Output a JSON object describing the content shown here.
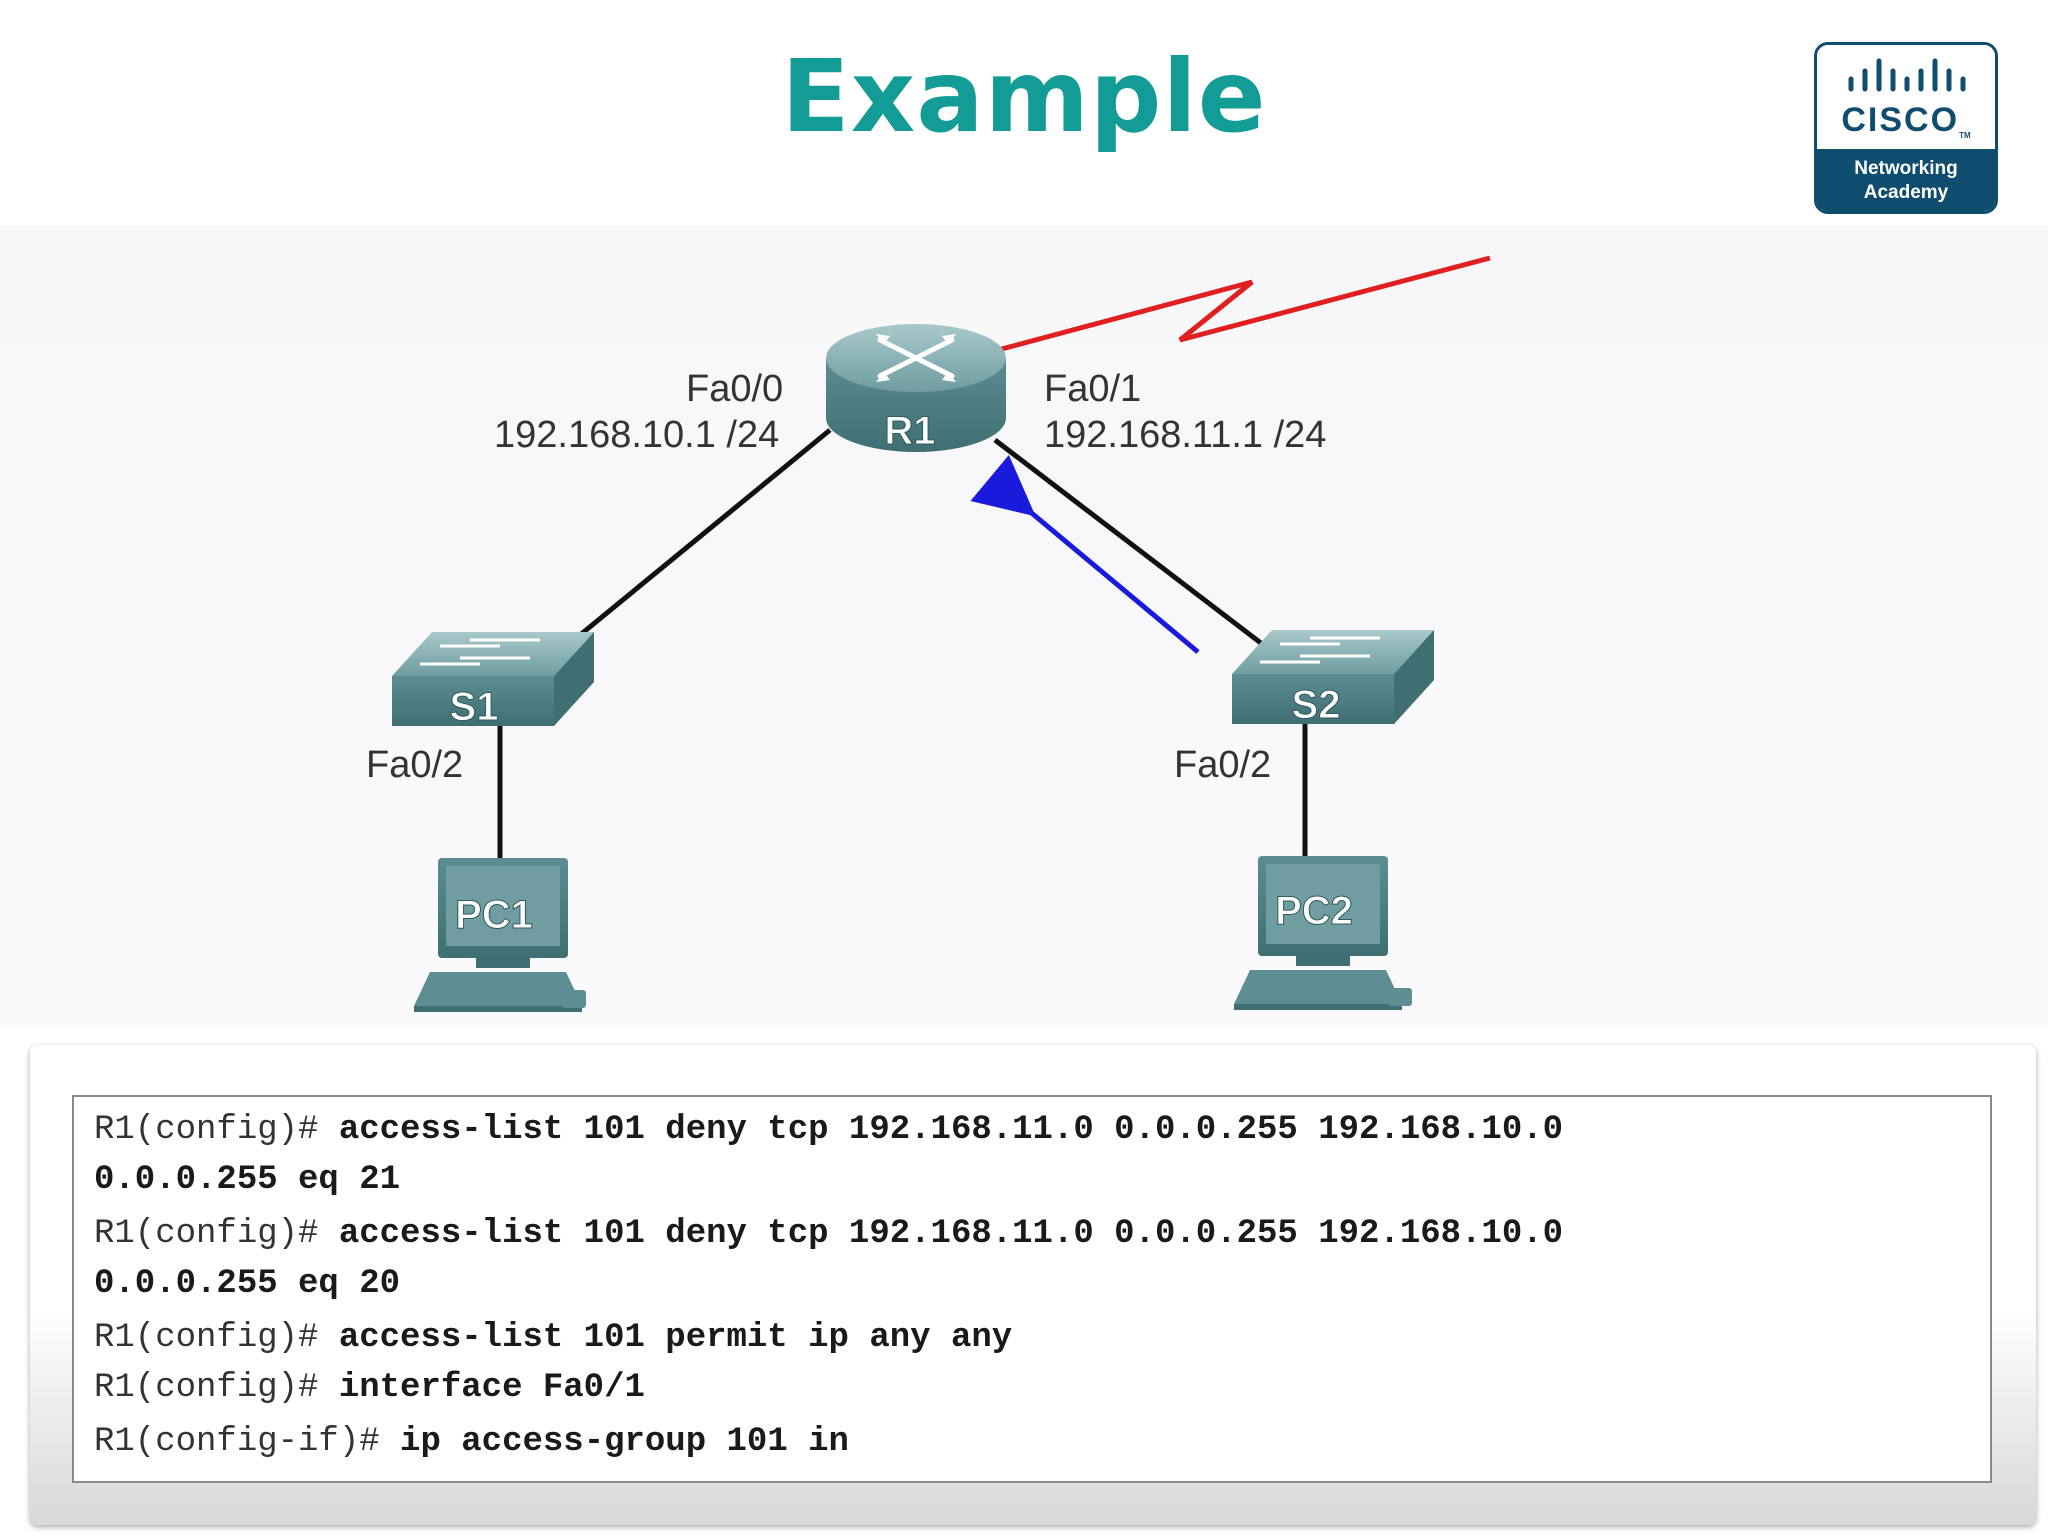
{
  "slide": {
    "title": "Example",
    "logo": {
      "wordmark": "CISCO",
      "trademark": "TM",
      "line1": "Networking",
      "line2": "Academy",
      "brand_color": "#0e4d6e"
    }
  },
  "diagram": {
    "router": {
      "name": "R1"
    },
    "switches": [
      {
        "name": "S1"
      },
      {
        "name": "S2"
      }
    ],
    "pcs": [
      {
        "name": "PC1"
      },
      {
        "name": "PC2"
      }
    ],
    "interfaces": {
      "r1_left_port": "Fa0/0",
      "r1_left_ip": "192.168.10.1 /24",
      "r1_right_port": "Fa0/1",
      "r1_right_ip": "192.168.11.1 /24",
      "s1_port": "Fa0/2",
      "s2_port": "Fa0/2"
    },
    "colors": {
      "device": "#5e8e93",
      "wan_link": "#e02020",
      "traffic_arrow": "#1a1adc",
      "title": "#139b95"
    }
  },
  "commands": [
    {
      "prompt": "R1(config)#",
      "text": " access-list 101 deny tcp 192.168.11.0 0.0.0.255 192.168.10.0"
    },
    {
      "prompt": "",
      "text": "0.0.0.255 eq 21"
    },
    {
      "prompt": "R1(config)#",
      "text": " access-list 101 deny tcp 192.168.11.0 0.0.0.255 192.168.10.0"
    },
    {
      "prompt": "",
      "text": "0.0.0.255 eq 20"
    },
    {
      "prompt": "R1(config)#",
      "text": " access-list 101 permit ip any any"
    },
    {
      "prompt": "R1(config)#",
      "text": " interface Fa0/1"
    },
    {
      "prompt": "R1(config-if)#",
      "text": " ip access-group 101 in"
    }
  ]
}
